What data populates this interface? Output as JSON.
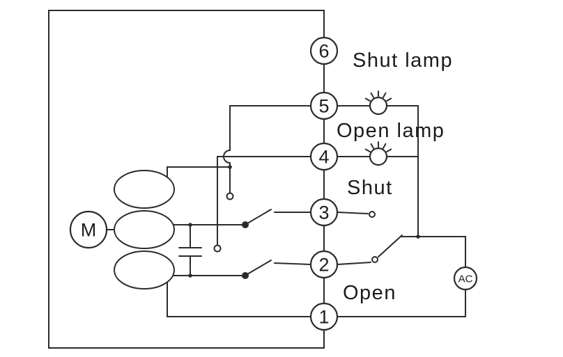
{
  "diagram": {
    "terminals": {
      "t6": "6",
      "t5": "5",
      "t4": "4",
      "t3": "3",
      "t2": "2",
      "t1": "1"
    },
    "labels": {
      "shut_lamp": "Shut lamp",
      "open_lamp": "Open lamp",
      "shut": "Shut",
      "open": "Open"
    },
    "motor": {
      "label": "M"
    },
    "ac": {
      "label": "AC"
    },
    "icons": {
      "upper_lamp": "lamp-icon",
      "lower_lamp": "lamp-icon",
      "motor": "motor-circle-icon",
      "capacitor": "capacitor-icon"
    },
    "colors": {
      "line": "#2b2b2b",
      "text": "#1c1c1c",
      "background": "#ffffff"
    }
  }
}
